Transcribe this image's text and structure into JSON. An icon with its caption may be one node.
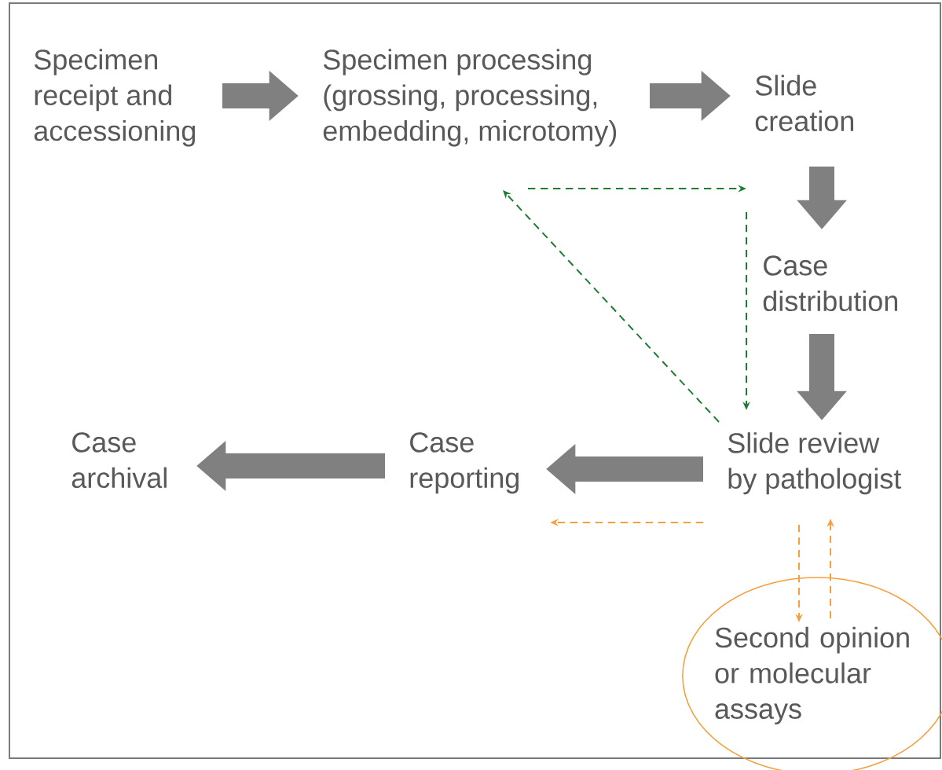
{
  "diagram": {
    "nodes": [
      {
        "text": [
          "Specimen receipt and accessioning"
        ]
      },
      {
        "text": [
          "Specimen processing (grossing, processing, embedding, microtomy)"
        ]
      },
      {
        "text": [
          "Slide creation"
        ]
      },
      {
        "text": [
          "Case distribution"
        ]
      },
      {
        "text": [
          "Slide review by pathologist"
        ]
      },
      {
        "text": [
          "Case reporting"
        ]
      },
      {
        "text": [
          "Case archival"
        ]
      },
      {
        "text": [
          "Second opinion or molecular assays"
        ]
      }
    ],
    "edges": [
      {
        "from": 0,
        "to": 1,
        "arrow": "to",
        "style": "thick"
      },
      {
        "from": 1,
        "to": 2,
        "arrow": "to",
        "style": "thick"
      },
      {
        "from": 2,
        "to": 3,
        "arrow": "to",
        "style": "thick"
      },
      {
        "from": 3,
        "to": 4,
        "arrow": "to",
        "style": "thick"
      },
      {
        "from": 4,
        "to": 5,
        "arrow": "to",
        "style": "thick"
      },
      {
        "from": 5,
        "to": 6,
        "arrow": "to",
        "style": "thick"
      },
      {
        "from": 1,
        "to": null,
        "arrow": "to",
        "style": "dashed",
        "color": "#1e7b34"
      },
      {
        "from": null,
        "to": 4,
        "arrow": "to",
        "style": "dashed",
        "color": "#1e7b34"
      },
      {
        "from": 4,
        "to": 1,
        "arrow": "to",
        "style": "dashed",
        "color": "#1e7b34"
      },
      {
        "from": 4,
        "to": 5,
        "arrow": "to",
        "style": "dashed",
        "color": "#f5a040"
      },
      {
        "from": 4,
        "to": 7,
        "arrow": "to",
        "style": "dashed",
        "color": "#f5a040"
      },
      {
        "from": 7,
        "to": 4,
        "arrow": "to",
        "style": "dashed",
        "color": "#f5a040"
      }
    ]
  }
}
